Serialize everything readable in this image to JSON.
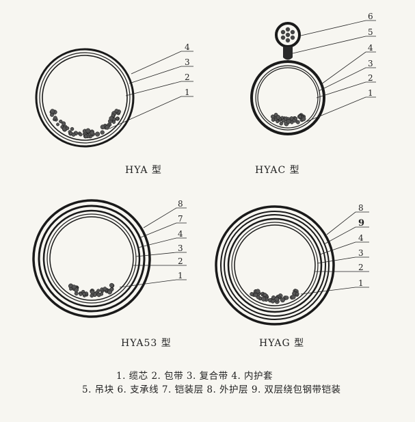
{
  "cables": [
    {
      "id": "hya",
      "caption": "HYA 型",
      "callouts": [
        "4",
        "3",
        "2",
        "1"
      ]
    },
    {
      "id": "hyac",
      "caption": "HYAC 型",
      "callouts": [
        "6",
        "5",
        "4",
        "3",
        "2",
        "1"
      ]
    },
    {
      "id": "hya53",
      "caption": "HYA53 型",
      "callouts": [
        "8",
        "7",
        "4",
        "3",
        "2",
        "1"
      ]
    },
    {
      "id": "hyag",
      "caption": "HYAG 型",
      "callouts": [
        "8",
        "9",
        "4",
        "3",
        "2",
        "1"
      ]
    }
  ],
  "legend": {
    "line1": "1. 缆芯   2. 包带   3. 复合带   4. 内护套",
    "line2": "5. 吊块 6. 支承线 7. 铠装层 8. 外护层 9. 双层绕包钢带铠装"
  }
}
